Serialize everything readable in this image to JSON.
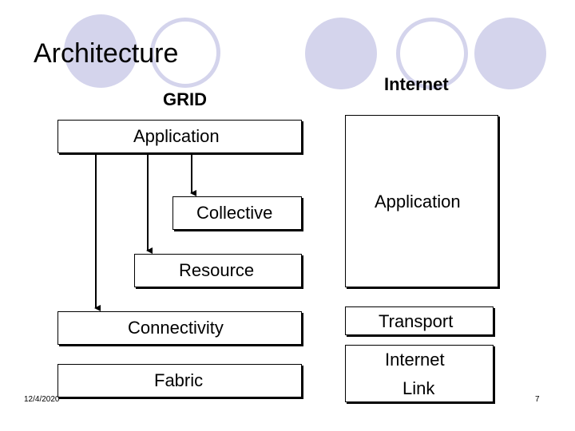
{
  "slide": {
    "title": "Architecture",
    "date": "12/4/2020",
    "page_number": "7"
  },
  "grid": {
    "heading": "GRID",
    "layers": {
      "application": "Application",
      "collective": "Collective",
      "resource": "Resource",
      "connectivity": "Connectivity",
      "fabric": "Fabric"
    }
  },
  "internet": {
    "heading": "Internet",
    "layers": {
      "application": "Application",
      "transport": "Transport",
      "internet_link_line1": "Internet",
      "internet_link_line2": "Link"
    }
  },
  "colors": {
    "decor_circle": "#d4d4ec",
    "box_border": "#000000"
  }
}
